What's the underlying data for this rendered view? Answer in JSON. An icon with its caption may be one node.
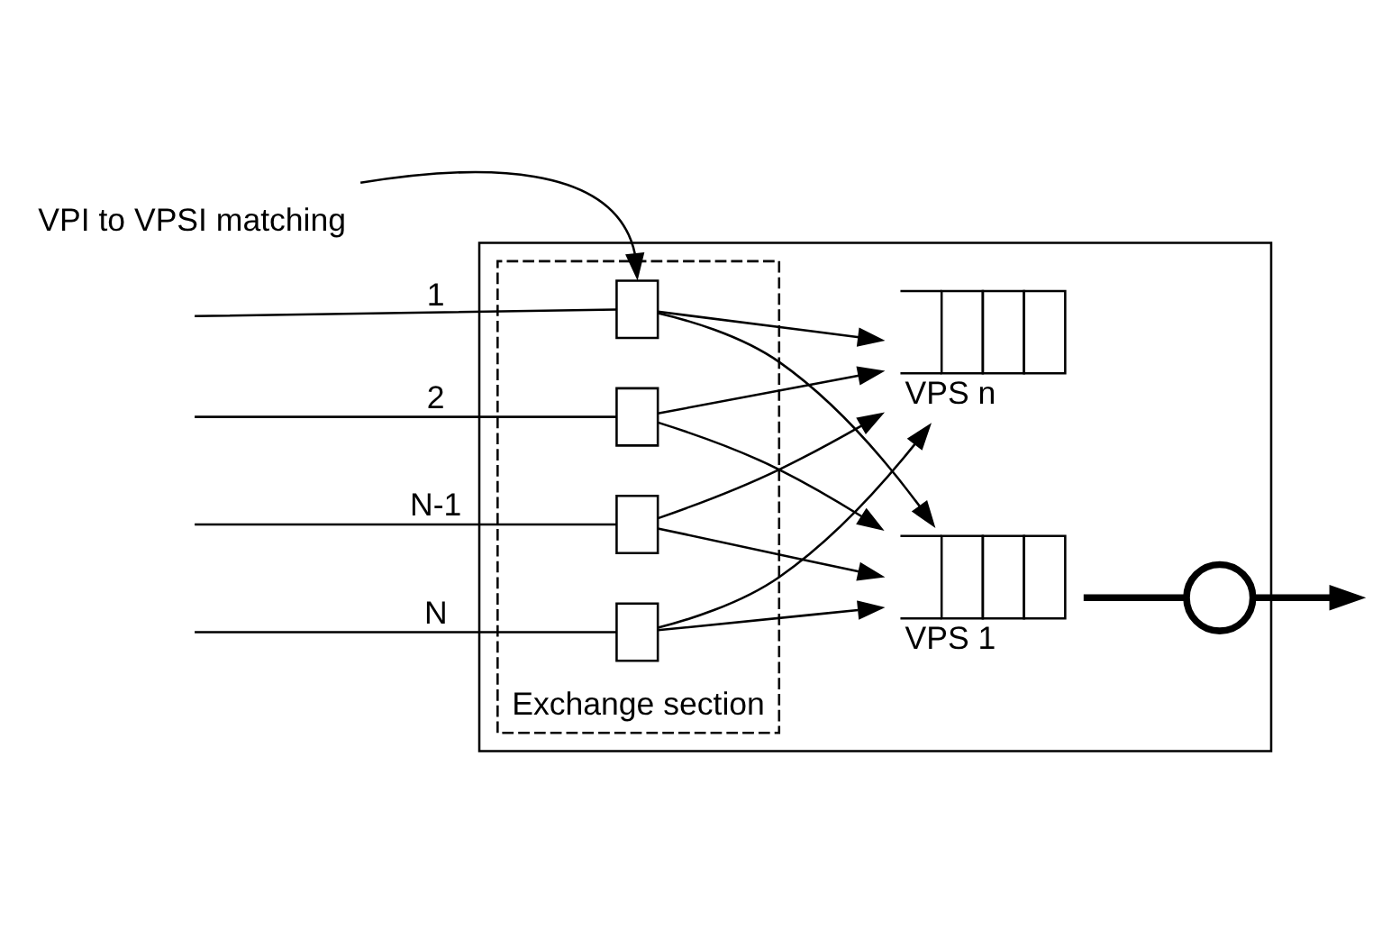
{
  "diagram": {
    "nodes": [
      {
        "text": [],
        "shape": "box"
      },
      {
        "text": [
          "Exchange section"
        ],
        "in": 0
      },
      {
        "text": [],
        "shape": "box",
        "in": 1
      },
      {
        "text": [],
        "shape": "box",
        "in": 1
      },
      {
        "text": [],
        "shape": "box",
        "in": 1
      },
      {
        "text": [],
        "shape": "box",
        "in": 1
      },
      {
        "text": [],
        "shape": "box",
        "in": 0,
        "beside": [
          "VPS 1"
        ]
      },
      {
        "text": [],
        "shape": "box",
        "in": 0,
        "beside": [
          "VPS n"
        ]
      },
      {
        "text": [
          "VPI to VPSI matching"
        ]
      },
      {
        "text": [],
        "shape": "circle",
        "in": 0
      }
    ],
    "edges": [
      {
        "from": null,
        "to": 2,
        "arrow": "none",
        "label": "1"
      },
      {
        "from": null,
        "to": 3,
        "arrow": "none",
        "label": "2"
      },
      {
        "from": null,
        "to": 4,
        "arrow": "none",
        "label": "N-1"
      },
      {
        "from": null,
        "to": 5,
        "arrow": "none",
        "label": "N"
      },
      {
        "from": 8,
        "to": 2,
        "arrow": "to"
      },
      {
        "from": 2,
        "to": 6,
        "arrow": "to"
      },
      {
        "from": 2,
        "to": 7,
        "arrow": "to"
      },
      {
        "from": 3,
        "to": 6,
        "arrow": "to"
      },
      {
        "from": 3,
        "to": 7,
        "arrow": "to"
      },
      {
        "from": 4,
        "to": 6,
        "arrow": "to"
      },
      {
        "from": 4,
        "to": 7,
        "arrow": "to"
      },
      {
        "from": 5,
        "to": 6,
        "arrow": "to"
      },
      {
        "from": 5,
        "to": 7,
        "arrow": "to"
      },
      {
        "from": 6,
        "to": 9,
        "arrow": "none",
        "style": "thick"
      },
      {
        "from": 9,
        "to": null,
        "arrow": "to",
        "style": "thick"
      }
    ]
  }
}
